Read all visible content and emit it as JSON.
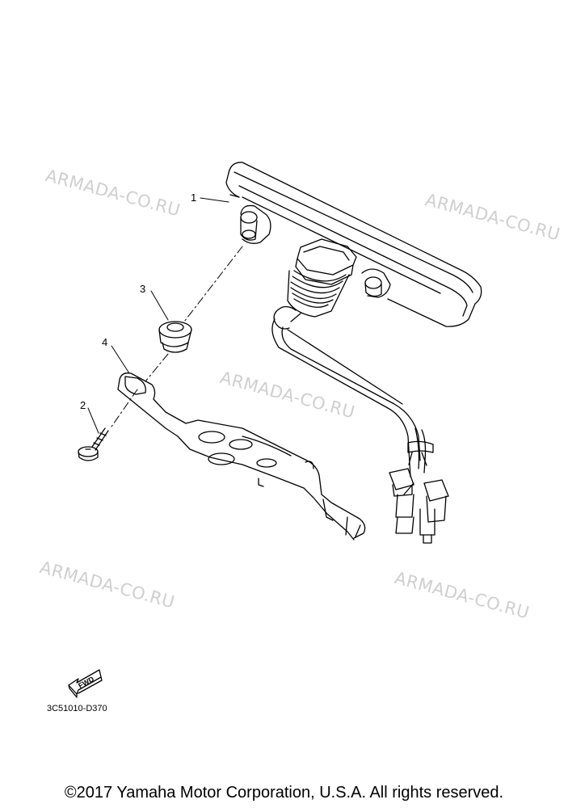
{
  "watermarks": [
    "ARMADA-CO.RU",
    "ARMADA-CO.RU",
    "ARMADA-CO.RU",
    "ARMADA-CO.RU",
    "ARMADA-CO.RU"
  ],
  "callouts": [
    "1",
    "2",
    "3",
    "4"
  ],
  "fwd_label": "FWD",
  "diagram_code": "3C51010-D370",
  "copyright": "©2017 Yamaha Motor Corporation, U.S.A. All rights reserved.",
  "colors": {
    "line": "#000000",
    "watermark": "#cfcfcf",
    "background": "#ffffff"
  }
}
